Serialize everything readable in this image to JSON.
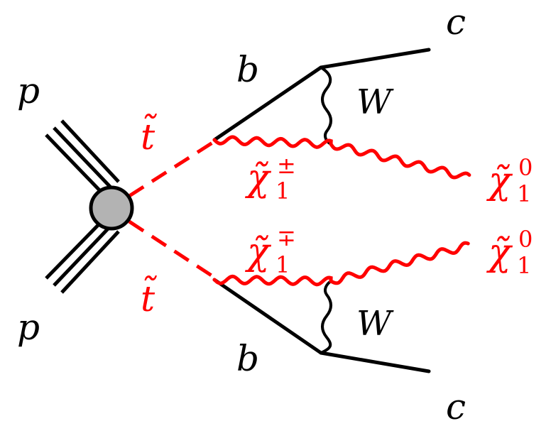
{
  "colors": {
    "sm": "#000000",
    "susy": "#ff0000",
    "blob_fill": "#b3b3b3",
    "background": "#ffffff"
  },
  "labels": {
    "proton_top": "p",
    "proton_bottom": "p",
    "stop_top": "t̃",
    "stop_bottom": "t̃",
    "b_top": "b",
    "b_bottom": "b",
    "w_top": "W",
    "w_bottom": "W",
    "c_top": "c",
    "c_bottom": "c",
    "chargino_top": {
      "base": "χ̃",
      "sup": "±",
      "sub": "1"
    },
    "chargino_bottom": {
      "base": "χ̃",
      "sup": "∓",
      "sub": "1"
    },
    "neutralino_top": {
      "base": "χ̃",
      "sup": "0",
      "sub": "1"
    },
    "neutralino_bottom": {
      "base": "χ̃",
      "sup": "0",
      "sub": "1"
    }
  }
}
